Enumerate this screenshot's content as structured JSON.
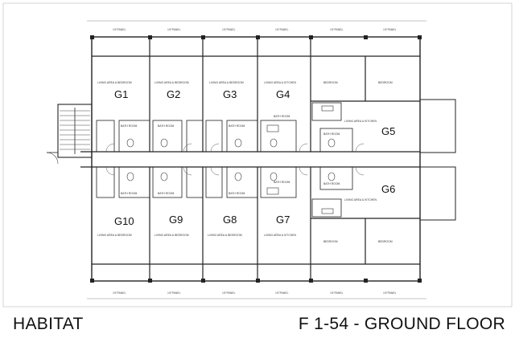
{
  "footer": {
    "project_name": "HABITAT",
    "sheet_title": "F 1-54 - GROUND FLOOR"
  },
  "units": [
    {
      "id": "G1",
      "rooms": [
        "LIVING AREA & BEDROOM",
        "BATH ROOM"
      ]
    },
    {
      "id": "G2",
      "rooms": [
        "LIVING AREA & BEDROOM",
        "BATH ROOM"
      ]
    },
    {
      "id": "G3",
      "rooms": [
        "LIVING AREA & BEDROOM",
        "BATH ROOM"
      ]
    },
    {
      "id": "G4",
      "rooms": [
        "LIVING AREA & KITCHEN",
        "BATH ROOM"
      ]
    },
    {
      "id": "G5",
      "rooms": [
        "BEDROOM",
        "BEDROOM",
        "LIVING AREA & KITCHEN",
        "BATH ROOM"
      ]
    },
    {
      "id": "G6",
      "rooms": [
        "LIVING AREA & KITCHEN",
        "BEDROOM",
        "BEDROOM",
        "BATH ROOM"
      ]
    },
    {
      "id": "G7",
      "rooms": [
        "LIVING AREA & KITCHEN",
        "BATH ROOM"
      ]
    },
    {
      "id": "G8",
      "rooms": [
        "LIVING AREA & BEDROOM",
        "BATH ROOM"
      ]
    },
    {
      "id": "G9",
      "rooms": [
        "LIVING AREA & BEDROOM",
        "BATH ROOM"
      ]
    },
    {
      "id": "G10",
      "rooms": [
        "LIVING AREA & BEDROOM",
        "BATH ROOM"
      ]
    }
  ],
  "dimension_label": "1'6\"PANEL",
  "colors": {
    "line": "#222222",
    "light_line": "#888888",
    "background": "#ffffff"
  }
}
